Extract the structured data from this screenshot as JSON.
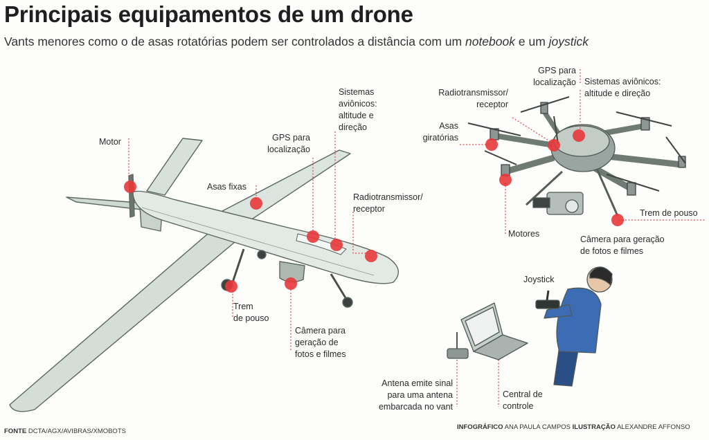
{
  "header": {
    "title": "Principais equipamentos de um drone",
    "subtitle_part1": "Vants menores como o de asas rotatórias podem ser controlados a distância com um ",
    "subtitle_em1": "notebook",
    "subtitle_part2": " e um ",
    "subtitle_em2": "joystick"
  },
  "fixed_wing_labels": {
    "motor": "Motor",
    "asas_fixas": "Asas fixas",
    "gps": "GPS para\nlocalização",
    "sistemas": "Sistemas\naviônicos:\naltitude e\ndireção",
    "radio": "Radiotransmissor/\nreceptor",
    "trem": "Trem\nde pouso",
    "camera": "Câmera para\ngeração de\nfotos e filmes"
  },
  "rotary_labels": {
    "gps": "GPS para\nlocalização",
    "sistemas": "Sistemas aviônicos:\naltitude e direção",
    "radio": "Radiotransmissor/\nreceptor",
    "asas": "Asas\ngiratórias",
    "trem": "Trem de pouso",
    "motores": "Motores",
    "camera": "Câmera para geração\nde fotos e filmes"
  },
  "ground_labels": {
    "joystick": "Joystick",
    "antena": "Antena emite sinal\npara uma antena\nembarcada no vant",
    "central": "Central de\ncontrole"
  },
  "footer": {
    "fonte_key": "FONTE",
    "fonte_value": "DCTA/AGX/AVIBRAS/XMOBOTS",
    "info_key": "INFOGRÁFICO",
    "info_value": "ANA PAULA CAMPOS",
    "ilu_key": "ILUSTRAÇÃO",
    "ilu_value": "ALEXANDRE AFFONSO"
  },
  "colors": {
    "marker": "#e8383a",
    "leader": "#d9474a",
    "drone_body": "#dfe6e1",
    "drone_outline": "#5a6660"
  }
}
